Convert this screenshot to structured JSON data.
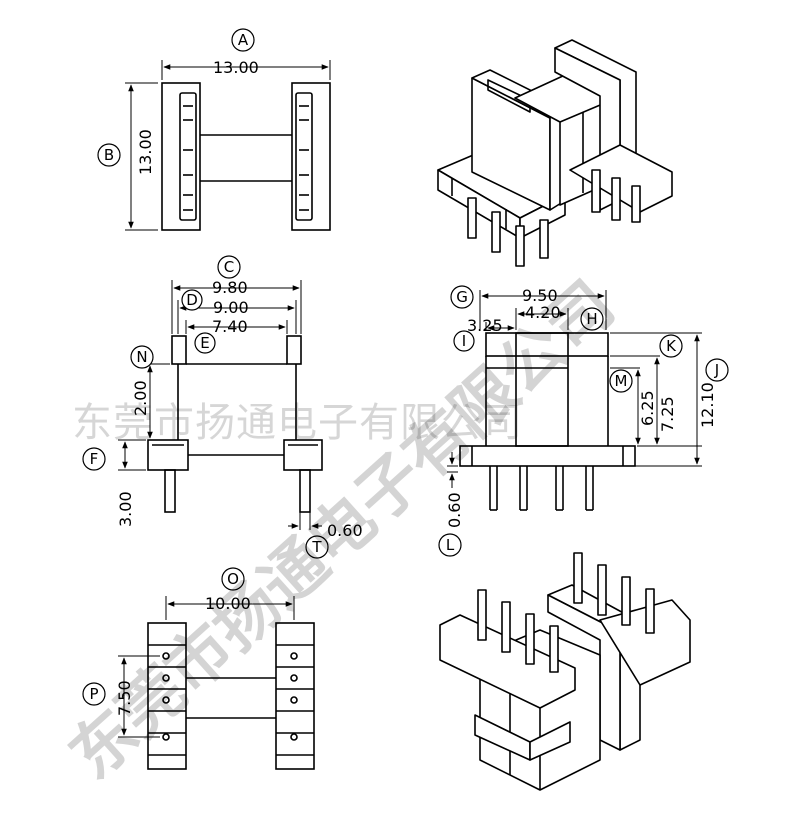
{
  "dimensions": {
    "A": "13.00",
    "B": "13.00",
    "C": "9.80",
    "D": "9.00",
    "E": "7.40",
    "N": "2.00",
    "F": "3.00",
    "T": "0.60",
    "G": "9.50",
    "H": "4.20",
    "I": "3.25",
    "K": "",
    "M": "6.25",
    "J_inner": "7.25",
    "J": "12.10",
    "L": "0.60",
    "O": "10.00",
    "P": "7.50"
  },
  "letters": [
    "A",
    "B",
    "C",
    "D",
    "E",
    "N",
    "F",
    "T",
    "G",
    "H",
    "I",
    "K",
    "M",
    "J",
    "L",
    "O",
    "P"
  ],
  "watermark": {
    "line_text": "东莞市扬通电子有限公司",
    "diagonal_text": "东莞市扬通电子有限公司"
  },
  "colors": {
    "line": "#000000",
    "background": "#ffffff",
    "watermark": "#8a8a8a"
  }
}
